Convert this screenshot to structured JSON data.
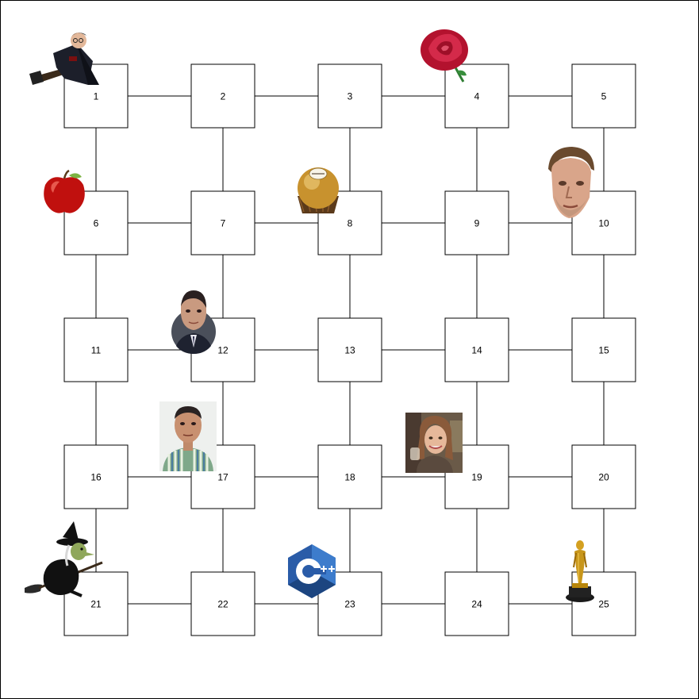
{
  "grid": {
    "rows": 5,
    "cols": 5,
    "cells": [
      {
        "label": "1"
      },
      {
        "label": "2"
      },
      {
        "label": "3"
      },
      {
        "label": "4"
      },
      {
        "label": "5"
      },
      {
        "label": "6"
      },
      {
        "label": "7"
      },
      {
        "label": "8"
      },
      {
        "label": "9"
      },
      {
        "label": "10"
      },
      {
        "label": "11"
      },
      {
        "label": "12"
      },
      {
        "label": "13"
      },
      {
        "label": "14"
      },
      {
        "label": "15"
      },
      {
        "label": "16"
      },
      {
        "label": "17"
      },
      {
        "label": "18"
      },
      {
        "label": "19"
      },
      {
        "label": "20"
      },
      {
        "label": "21"
      },
      {
        "label": "22"
      },
      {
        "label": "23"
      },
      {
        "label": "24"
      },
      {
        "label": "25"
      }
    ]
  },
  "items": [
    {
      "name": "wizard-harry-icon",
      "cell": "1"
    },
    {
      "name": "rose-icon",
      "cell": "4"
    },
    {
      "name": "apple-icon",
      "cell": "6"
    },
    {
      "name": "ferrero-chocolate-icon",
      "cell": "8"
    },
    {
      "name": "man-portrait-dicaprio-icon",
      "cell": "10"
    },
    {
      "name": "man-in-suit-portrait-icon",
      "cell": "12"
    },
    {
      "name": "man-striped-shirt-photo-icon",
      "cell": "17"
    },
    {
      "name": "girl-photo-icon",
      "cell": "19"
    },
    {
      "name": "witch-icon",
      "cell": "21"
    },
    {
      "name": "cpp-logo-icon",
      "cell": "23"
    },
    {
      "name": "oscar-statuette-icon",
      "cell": "25"
    }
  ],
  "colors": {
    "line": "#000000",
    "cell_fill": "#ffffff",
    "rose": "#c81e3c",
    "apple": "#c0100e",
    "ferrero_gold": "#c8922e",
    "cpp_blue": "#2a5ca8",
    "oscar_gold": "#b8860b"
  }
}
